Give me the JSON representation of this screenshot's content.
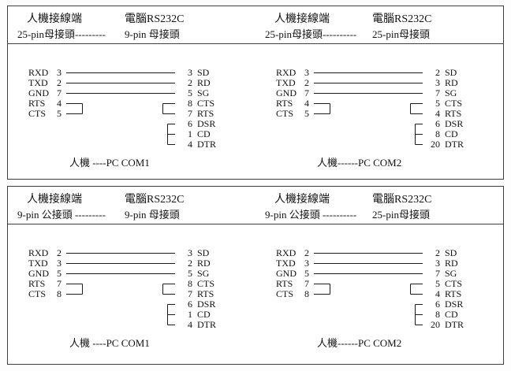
{
  "panels": [
    {
      "diagrams": [
        {
          "device_title": "人機接線端",
          "device_sub": "25-pin母接頭",
          "dashes": "---------",
          "pc_title": "電腦RS232C",
          "pc_sub": "9-pin 母接頭",
          "rows": [
            {
              "signal": "RXD",
              "pin": "3",
              "rpin": "3",
              "rsignal": "SD",
              "connection": "straight"
            },
            {
              "signal": "TXD",
              "pin": "2",
              "rpin": "2",
              "rsignal": "RD",
              "connection": "straight"
            },
            {
              "signal": "GND",
              "pin": "7",
              "rpin": "5",
              "rsignal": "SG",
              "connection": "straight"
            },
            {
              "signal": "RTS",
              "pin": "4",
              "rpin": "8",
              "rsignal": "CTS",
              "connection": "loopback"
            },
            {
              "signal": "CTS",
              "pin": "5",
              "rpin": "7",
              "rsignal": "RTS",
              "connection": "loopback"
            }
          ],
          "extras": [
            {
              "rpin": "6",
              "rsignal": "DSR"
            },
            {
              "rpin": "1",
              "rsignal": "CD"
            },
            {
              "rpin": "4",
              "rsignal": "DTR"
            }
          ],
          "caption": "人機 ----PC COM1"
        },
        {
          "device_title": "人機接線端",
          "device_sub": "25-pin母接頭",
          "dashes": "----------",
          "pc_title": "電腦RS232C",
          "pc_sub": "25-pin母接頭",
          "rows": [
            {
              "signal": "RXD",
              "pin": "3",
              "rpin": "2",
              "rsignal": "SD",
              "connection": "straight"
            },
            {
              "signal": "TXD",
              "pin": "2",
              "rpin": "3",
              "rsignal": "RD",
              "connection": "straight"
            },
            {
              "signal": "GND",
              "pin": "7",
              "rpin": "7",
              "rsignal": "SG",
              "connection": "straight"
            },
            {
              "signal": "RTS",
              "pin": "4",
              "rpin": "5",
              "rsignal": "CTS",
              "connection": "loopback"
            },
            {
              "signal": "CTS",
              "pin": "5",
              "rpin": "4",
              "rsignal": "RTS",
              "connection": "loopback"
            }
          ],
          "extras": [
            {
              "rpin": "6",
              "rsignal": "DSR"
            },
            {
              "rpin": "8",
              "rsignal": "CD"
            },
            {
              "rpin": "20",
              "rsignal": "DTR"
            }
          ],
          "caption": "人機------PC COM2"
        }
      ]
    },
    {
      "diagrams": [
        {
          "device_title": "人機接線端",
          "device_sub": "9-pin 公接頭",
          "dashes": " ---------",
          "pc_title": "電腦RS232C",
          "pc_sub": "9-pin 母接頭",
          "rows": [
            {
              "signal": "RXD",
              "pin": "2",
              "rpin": "3",
              "rsignal": "SD",
              "connection": "straight"
            },
            {
              "signal": "TXD",
              "pin": "3",
              "rpin": "2",
              "rsignal": "RD",
              "connection": "straight"
            },
            {
              "signal": "GND",
              "pin": "5",
              "rpin": "5",
              "rsignal": "SG",
              "connection": "straight"
            },
            {
              "signal": "RTS",
              "pin": "7",
              "rpin": "8",
              "rsignal": "CTS",
              "connection": "loopback"
            },
            {
              "signal": "CTS",
              "pin": "8",
              "rpin": "7",
              "rsignal": "RTS",
              "connection": "loopback"
            }
          ],
          "extras": [
            {
              "rpin": "6",
              "rsignal": "DSR"
            },
            {
              "rpin": "1",
              "rsignal": "CD"
            },
            {
              "rpin": "4",
              "rsignal": "DTR"
            }
          ],
          "caption": "人機 ----PC COM1"
        },
        {
          "device_title": "人機接線端",
          "device_sub": "9-pin 公接頭",
          "dashes": " ----------",
          "pc_title": "電腦RS232C",
          "pc_sub": "25-pin母接頭",
          "rows": [
            {
              "signal": "RXD",
              "pin": "2",
              "rpin": "2",
              "rsignal": "SD",
              "connection": "straight"
            },
            {
              "signal": "TXD",
              "pin": "3",
              "rpin": "3",
              "rsignal": "RD",
              "connection": "straight"
            },
            {
              "signal": "GND",
              "pin": "5",
              "rpin": "7",
              "rsignal": "SG",
              "connection": "straight"
            },
            {
              "signal": "RTS",
              "pin": "7",
              "rpin": "5",
              "rsignal": "CTS",
              "connection": "loopback"
            },
            {
              "signal": "CTS",
              "pin": "8",
              "rpin": "4",
              "rsignal": "RTS",
              "connection": "loopback"
            }
          ],
          "extras": [
            {
              "rpin": "6",
              "rsignal": "DSR"
            },
            {
              "rpin": "8",
              "rsignal": "CD"
            },
            {
              "rpin": "20",
              "rsignal": "DTR"
            }
          ],
          "caption": "人機------PC COM2"
        }
      ]
    }
  ]
}
